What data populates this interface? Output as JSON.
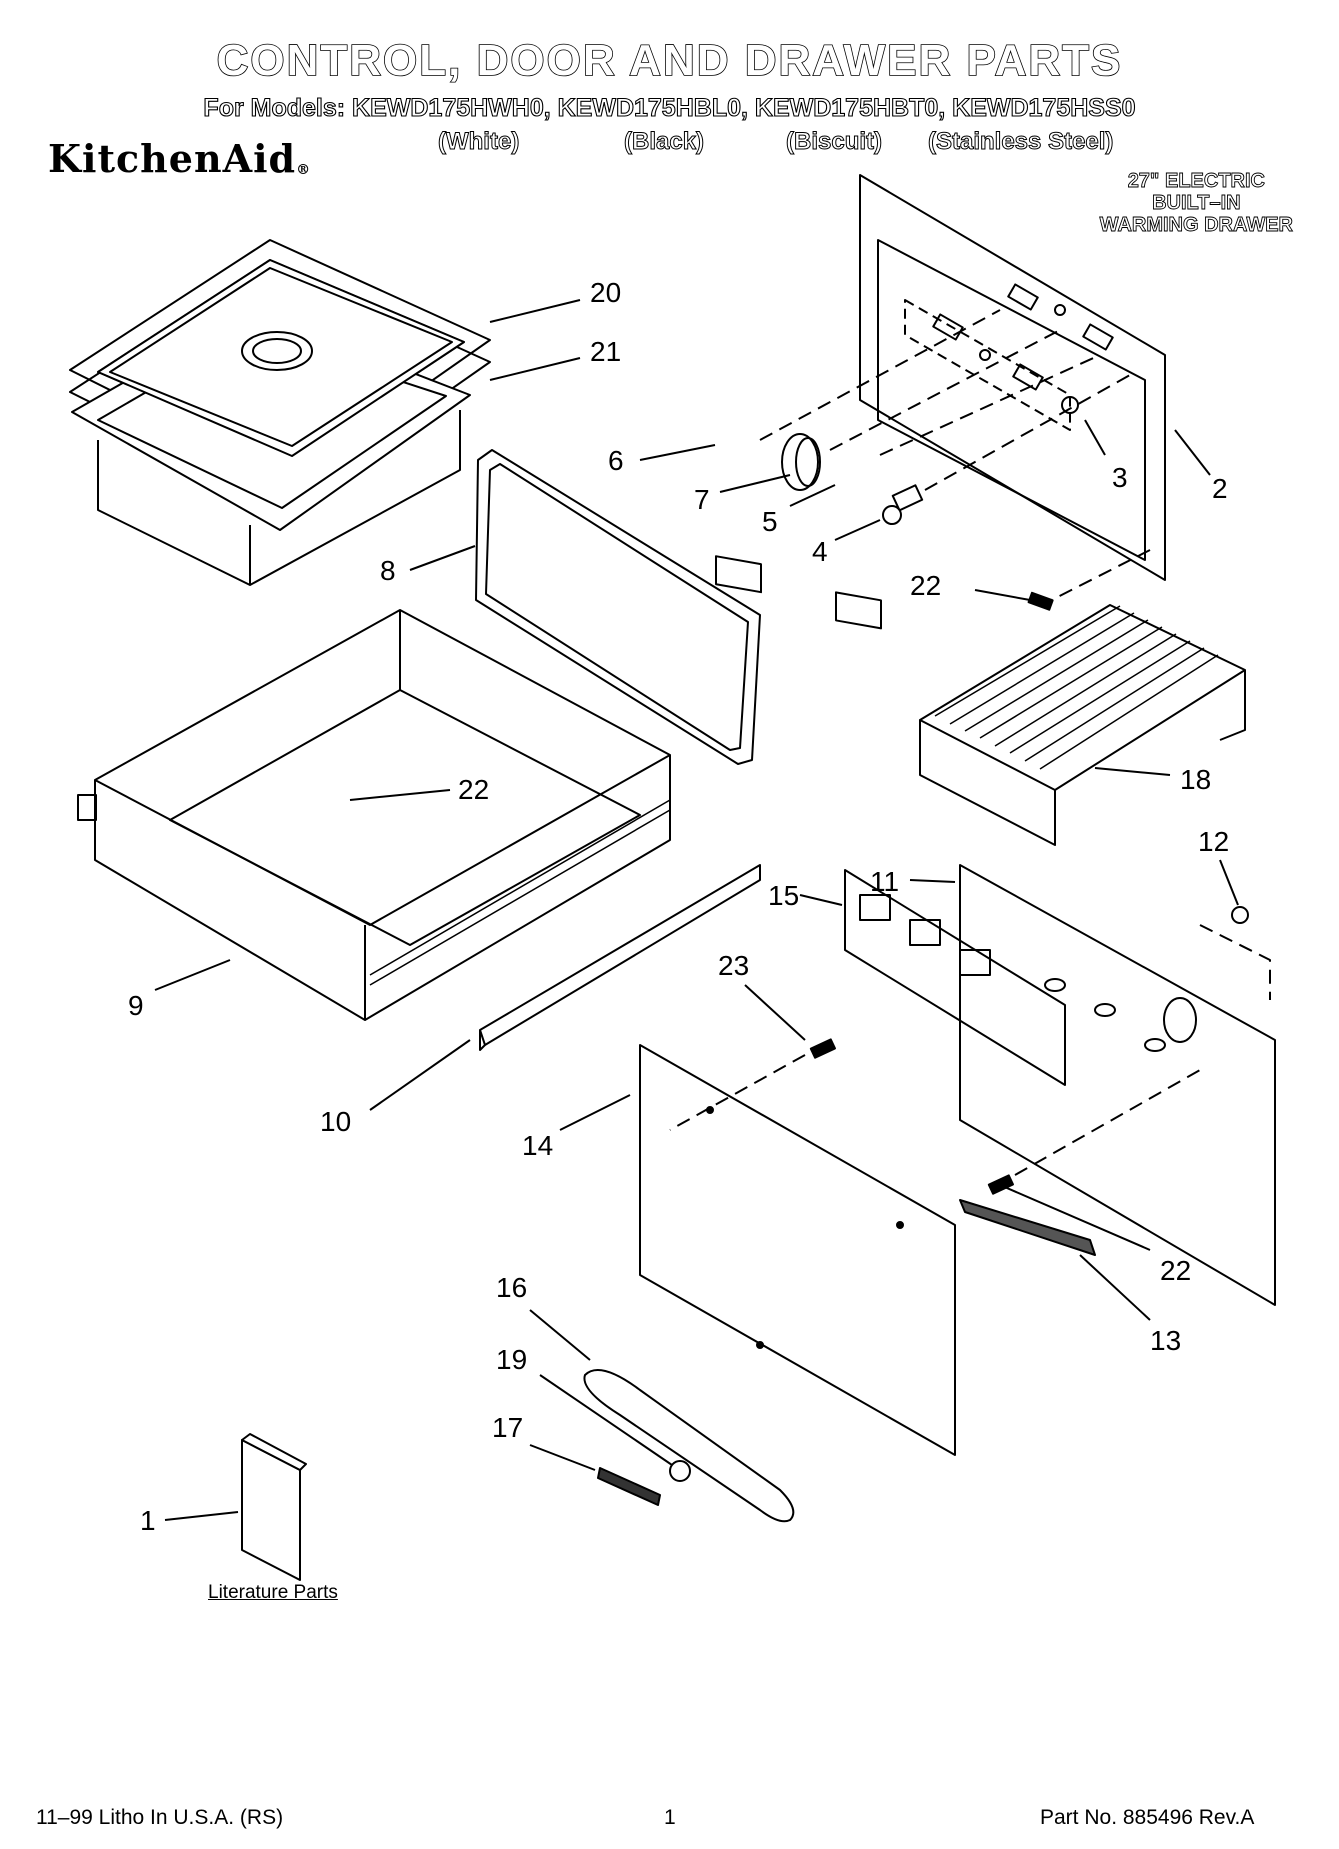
{
  "header": {
    "title": "CONTROL, DOOR AND DRAWER PARTS",
    "models": "For Models: KEWD175HWH0, KEWD175HBL0, KEWD175HBT0, KEWD175HSS0",
    "finishes": [
      "(White)",
      "(Black)",
      "(Biscuit)",
      "(Stainless Steel)"
    ],
    "brand": "KitchenAid",
    "product_lines": [
      "27\" ELECTRIC",
      "BUILT–IN",
      "WARMING DRAWER"
    ]
  },
  "callouts": [
    "20",
    "21",
    "8",
    "6",
    "7",
    "5",
    "4",
    "3",
    "2",
    "22",
    "18",
    "22",
    "9",
    "10",
    "12",
    "11",
    "15",
    "23",
    "14",
    "22",
    "13",
    "16",
    "19",
    "17",
    "1"
  ],
  "literature_label": "Literature Parts",
  "footer": {
    "left": "11–99 Litho In U.S.A. (RS)",
    "center": "1",
    "right": "Part No. 8854­96 Rev.A"
  },
  "colors": {
    "ink": "#000000",
    "paper": "#ffffff"
  }
}
